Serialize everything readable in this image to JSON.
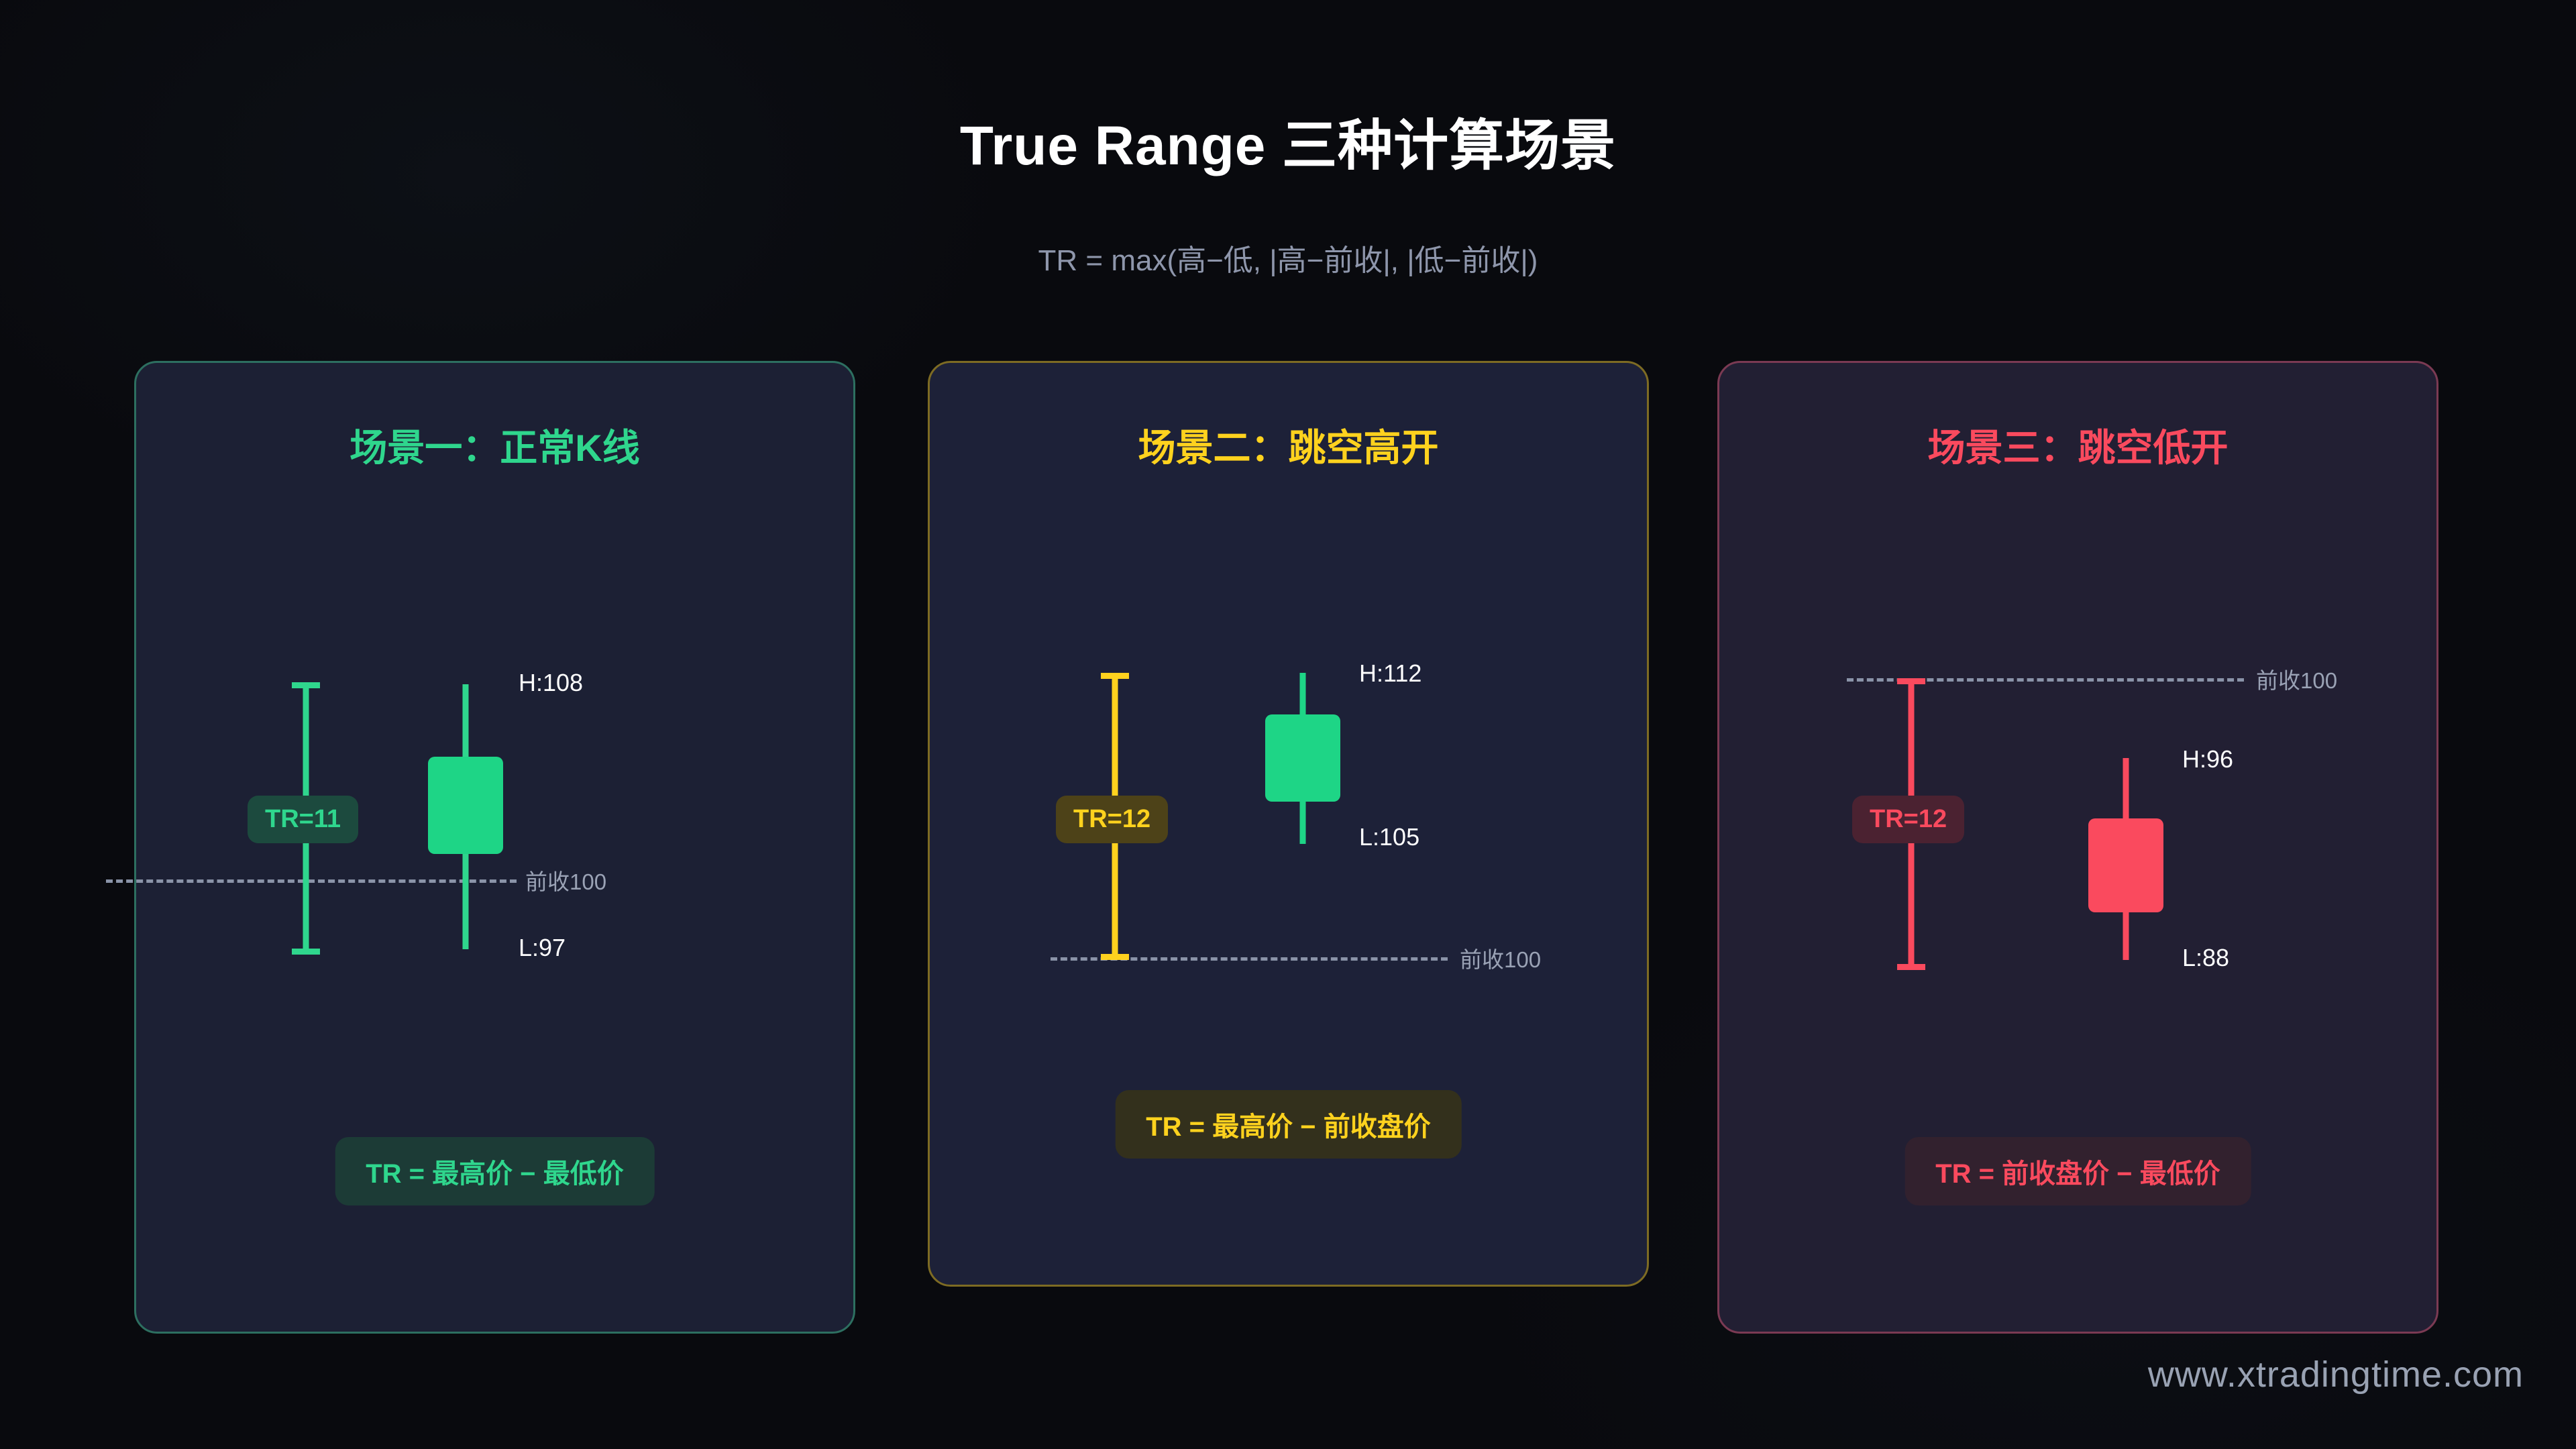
{
  "header": {
    "title": "True Range 三种计算场景",
    "subtitle": "TR = max(高−低, |高−前收|, |低−前收|)"
  },
  "colors": {
    "background": "#090a0e",
    "green": "#2fd68d",
    "yellow": "#ffd21e",
    "red": "#fa4a5e",
    "muted": "#9aa2b5",
    "card_fill_1": "#1c2034",
    "card_fill_2": "#1d2138",
    "card_fill_3": "#221f33",
    "card_border_1": "#2d6f60",
    "card_border_2": "#7d6b23",
    "card_border_3": "#7b3a53"
  },
  "cards": [
    {
      "id": "scenario-1",
      "title": "场景一：正常K线",
      "accent": "#2fd68d",
      "tr_badge": "TR=11",
      "high_label": "H:108",
      "low_label": "L:97",
      "prev_close_label": "前收100",
      "formula": "TR = 最高价 − 最低价"
    },
    {
      "id": "scenario-2",
      "title": "场景二：跳空高开",
      "accent": "#ffd21e",
      "tr_badge": "TR=12",
      "high_label": "H:112",
      "low_label": "L:105",
      "prev_close_label": "前收100",
      "formula": "TR = 最高价 − 前收盘价"
    },
    {
      "id": "scenario-3",
      "title": "场景三：跳空低开",
      "accent": "#fa4a5e",
      "tr_badge": "TR=12",
      "high_label": "H:96",
      "low_label": "L:88",
      "prev_close_label": "前收100",
      "formula": "TR = 前收盘价 − 最低价"
    }
  ],
  "watermark": "www.xtradingtime.com",
  "chart_data": {
    "type": "bar",
    "title": "True Range 三种计算场景",
    "subtitle": "TR = max(高−低, |高−前收|, |低−前收|)",
    "categories": [
      "场景一：正常K线",
      "场景二：跳空高开",
      "场景三：跳空低开"
    ],
    "values": [
      11,
      12,
      12
    ],
    "ylabel": "True Range",
    "series": [
      {
        "name": "场景一：正常K线",
        "prev_close": 100,
        "high": 108,
        "low": 97,
        "true_range": 11,
        "direction": "up",
        "formula": "TR = 最高价 − 最低价"
      },
      {
        "name": "场景二：跳空高开",
        "prev_close": 100,
        "high": 112,
        "low": 105,
        "true_range": 12,
        "direction": "up",
        "formula": "TR = 最高价 − 前收盘价"
      },
      {
        "name": "场景三：跳空低开",
        "prev_close": 100,
        "high": 96,
        "low": 88,
        "true_range": 12,
        "direction": "down",
        "formula": "TR = 前收盘价 − 最低价"
      }
    ]
  }
}
